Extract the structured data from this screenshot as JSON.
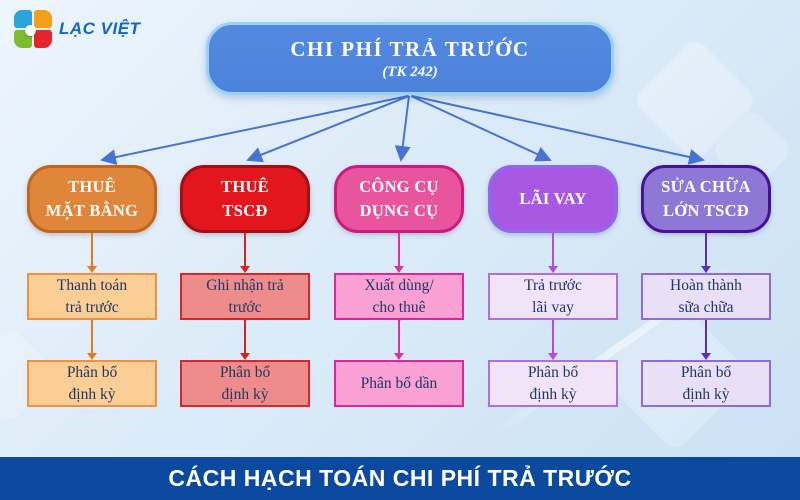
{
  "logo": {
    "text": "LẠC VIỆT",
    "text_color": "#1266C4",
    "square_colors": {
      "top_left": "#2BA3DC",
      "top_right": "#F5A01A",
      "bottom_left": "#7DBB2F",
      "bottom_right": "#E3262C"
    }
  },
  "root": {
    "title": "CHI PHÍ TRẢ TRƯỚC",
    "subtitle": "(TK 242)",
    "bg": "#4C82DB",
    "border": "#95D5F3",
    "connector_color": "#4873D2"
  },
  "columns": [
    {
      "name": "thue-mat-bang",
      "header": {
        "line1": "THUÊ",
        "line2": "MẶT BẰNG"
      },
      "step1": {
        "line1": "Thanh toán",
        "line2": "trả trước"
      },
      "step2": {
        "line1": "Phân bổ",
        "line2": "định kỳ"
      },
      "colors": {
        "header_bg": "#E0863B",
        "header_border": "#C4661A",
        "header_text": "#FFFFFF",
        "box_bg": "#FBCE96",
        "box_border": "#ED9242",
        "box_text": "#1F3864",
        "arrow": "#E07B28"
      }
    },
    {
      "name": "thue-tscd",
      "header": {
        "line1": "THUÊ",
        "line2": "TSCĐ"
      },
      "step1": {
        "line1": "Ghi nhận trả",
        "line2": "trước"
      },
      "step2": {
        "line1": "Phân bổ",
        "line2": "định kỳ"
      },
      "colors": {
        "header_bg": "#E3161E",
        "header_border": "#A30F14",
        "header_text": "#FFFFFF",
        "box_bg": "#EE8C8C",
        "box_border": "#D8262C",
        "box_text": "#1F3864",
        "arrow": "#D92121"
      }
    },
    {
      "name": "cong-cu-dung-cu",
      "header": {
        "line1": "CÔNG CỤ",
        "line2": "DỤNG CỤ"
      },
      "step1": {
        "line1": "Xuất dùng/",
        "line2": "cho thuê"
      },
      "step2": {
        "line1": "Phân bổ dần",
        "line2": ""
      },
      "colors": {
        "header_bg": "#E9549F",
        "header_border": "#CE1A80",
        "header_text": "#FFFFFF",
        "box_bg": "#F9A0D4",
        "box_border": "#E0249A",
        "box_text": "#1F3864",
        "arrow": "#D6359E"
      }
    },
    {
      "name": "lai-vay",
      "header": {
        "line1": "LÃI VAY",
        "line2": ""
      },
      "step1": {
        "line1": "Trả trước",
        "line2": "lãi vay"
      },
      "step2": {
        "line1": "Phân bổ",
        "line2": "định kỳ"
      },
      "colors": {
        "header_bg": "#A958E3",
        "header_border": "#8A6BEB",
        "header_text": "#FFFFFF",
        "box_bg": "#F1E4F9",
        "box_border": "#B06FE0",
        "box_text": "#1F3864",
        "arrow": "#B44FD4"
      }
    },
    {
      "name": "sua-chua-lon-tscd",
      "header": {
        "line1": "SỬA CHỮA",
        "line2": "LỚN TSCĐ"
      },
      "step1": {
        "line1": "Hoàn thành",
        "line2": "sữa chữa"
      },
      "step2": {
        "line1": "Phân bổ",
        "line2": "định kỳ"
      },
      "colors": {
        "header_bg": "#8F77D6",
        "header_border": "#45109B",
        "header_text": "#FFFFFF",
        "box_bg": "#E9E0F7",
        "box_border": "#8F6BD8",
        "box_text": "#1F3864",
        "arrow": "#5F2DBE"
      }
    }
  ],
  "footer": {
    "text": "CÁCH HẠCH TOÁN CHI PHÍ TRẢ TRƯỚC",
    "bg": "#0B4A9E"
  }
}
